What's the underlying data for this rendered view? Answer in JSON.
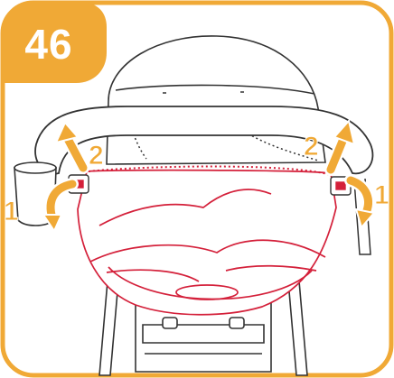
{
  "step": {
    "number": "46"
  },
  "arrows": [
    {
      "label": "1"
    },
    {
      "label": "2"
    },
    {
      "label": "2"
    },
    {
      "label": "1"
    }
  ],
  "colors": {
    "accent": "#f0a936",
    "highlight": "#d4203a",
    "outline": "#333333",
    "background": "#ffffff"
  }
}
